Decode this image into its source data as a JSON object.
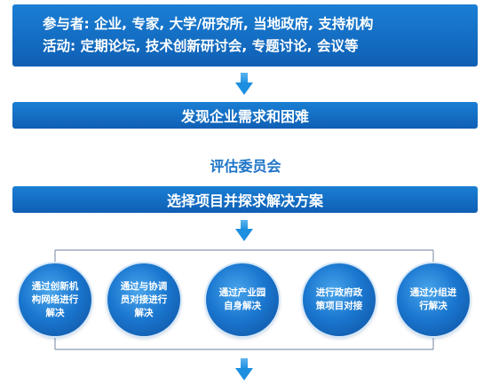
{
  "top_box": {
    "line1": "参与者: 企业, 专家, 大学/研究所, 当地政府, 支持机构",
    "line2": "活动: 定期论坛, 技术创新研讨会, 专题讨论, 会议等"
  },
  "step1": "发现企业需求和困难",
  "committee": "评估委员会",
  "step2": "选择项目并探求解决方案",
  "solutions": [
    "通过创新机构网络进行解决",
    "通过与协调员对接进行解决",
    "通过产业园自身解决",
    "进行政府政策项目对接",
    "通过分组进行解决"
  ],
  "colors": {
    "bar_blue": "#1570c8",
    "arrow_blue": "#1d8fe0",
    "committee_text": "#1d74c7"
  }
}
